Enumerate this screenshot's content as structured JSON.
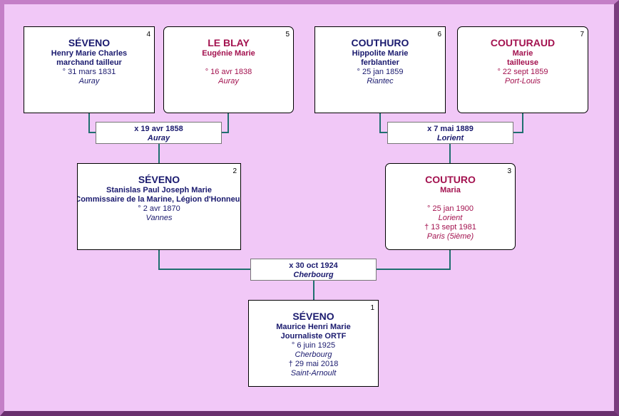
{
  "colors": {
    "background": "#f1c8f7",
    "line": "#1f6f6f",
    "male_text": "#1a1a6e",
    "female_text": "#a3124f"
  },
  "persons": {
    "p1": {
      "num": "1",
      "surname": "SÉVENO",
      "given": "Maurice Henri Marie",
      "occupation": "Journaliste ORTF",
      "birth": "° 6 juin 1925",
      "birth_place": "Cherbourg",
      "death": "† 29 mai 2018",
      "death_place": "Saint-Arnoult"
    },
    "p2": {
      "num": "2",
      "surname": "SÉVENO",
      "given": "Stanislas Paul Joseph Marie",
      "occupation": "Commissaire de la Marine, Légion d'Honneur",
      "birth": "° 2 avr 1870",
      "birth_place": "Vannes"
    },
    "p3": {
      "num": "3",
      "surname": "COUTURO",
      "given": "Maria",
      "birth": "° 25 jan 1900",
      "birth_place": "Lorient",
      "death": "† 13 sept 1981",
      "death_place": "Paris (5ième)"
    },
    "p4": {
      "num": "4",
      "surname": "SÉVENO",
      "given": "Henry Marie Charles",
      "occupation": "marchand tailleur",
      "birth": "° 31 mars 1831",
      "birth_place": "Auray"
    },
    "p5": {
      "num": "5",
      "surname": "LE BLAY",
      "given": "Eugénie Marie",
      "birth": "° 16 avr 1838",
      "birth_place": "Auray"
    },
    "p6": {
      "num": "6",
      "surname": "COUTHURO",
      "given": "Hippolite Marie",
      "occupation": "ferblantier",
      "birth": "° 25 jan 1859",
      "birth_place": "Riantec"
    },
    "p7": {
      "num": "7",
      "surname": "COUTURAUD",
      "given": "Marie",
      "occupation": "tailleuse",
      "birth": "° 22 sept 1859",
      "birth_place": "Port-Louis"
    }
  },
  "marriages": {
    "m45": {
      "date": "x 19 avr 1858",
      "place": "Auray"
    },
    "m67": {
      "date": "x 7 mai 1889",
      "place": "Lorient"
    },
    "m23": {
      "date": "x 30 oct 1924",
      "place": "Cherbourg"
    }
  }
}
